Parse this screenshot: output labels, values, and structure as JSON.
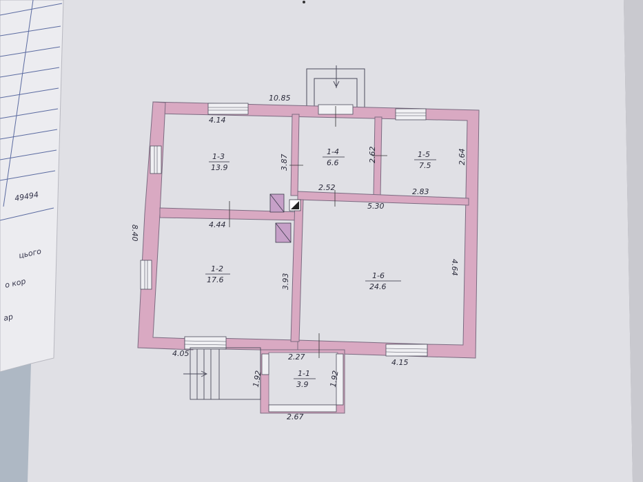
{
  "colors": {
    "wall_fill": "#d9a9c2",
    "wall_stroke": "#7a6a80",
    "paper": "#e2e2e6",
    "ink": "#2a2a3a"
  },
  "rooms": [
    {
      "id": "1-1",
      "area": "3.9"
    },
    {
      "id": "1-2",
      "area": "17.6"
    },
    {
      "id": "1-3",
      "area": "13.9"
    },
    {
      "id": "1-4",
      "area": "6.6"
    },
    {
      "id": "1-5",
      "area": "7.5"
    },
    {
      "id": "1-6",
      "area": "24.6"
    }
  ],
  "dimensions": {
    "overall_width": "10.85",
    "left_height": "8.40",
    "room_1_3_width": "4.14",
    "room_1_3_height": "3.87",
    "room_1_4_height": "2.62",
    "room_1_4_width": "2.52",
    "room_1_5_height": "2.64",
    "room_1_5_width": "2.83",
    "room_1_2_width": "4.44",
    "room_1_2_height": "3.93",
    "room_1_6_width": "5.30",
    "room_1_6_height": "4.64",
    "bottom_left": "4.05",
    "porch_top": "2.27",
    "bottom_right": "4.15",
    "porch_left": "1.92",
    "porch_right": "1.92",
    "porch_width": "2.67"
  },
  "side_page": {
    "number": "49494",
    "line1": "цього",
    "line2": "о кор",
    "line3": "ар"
  }
}
